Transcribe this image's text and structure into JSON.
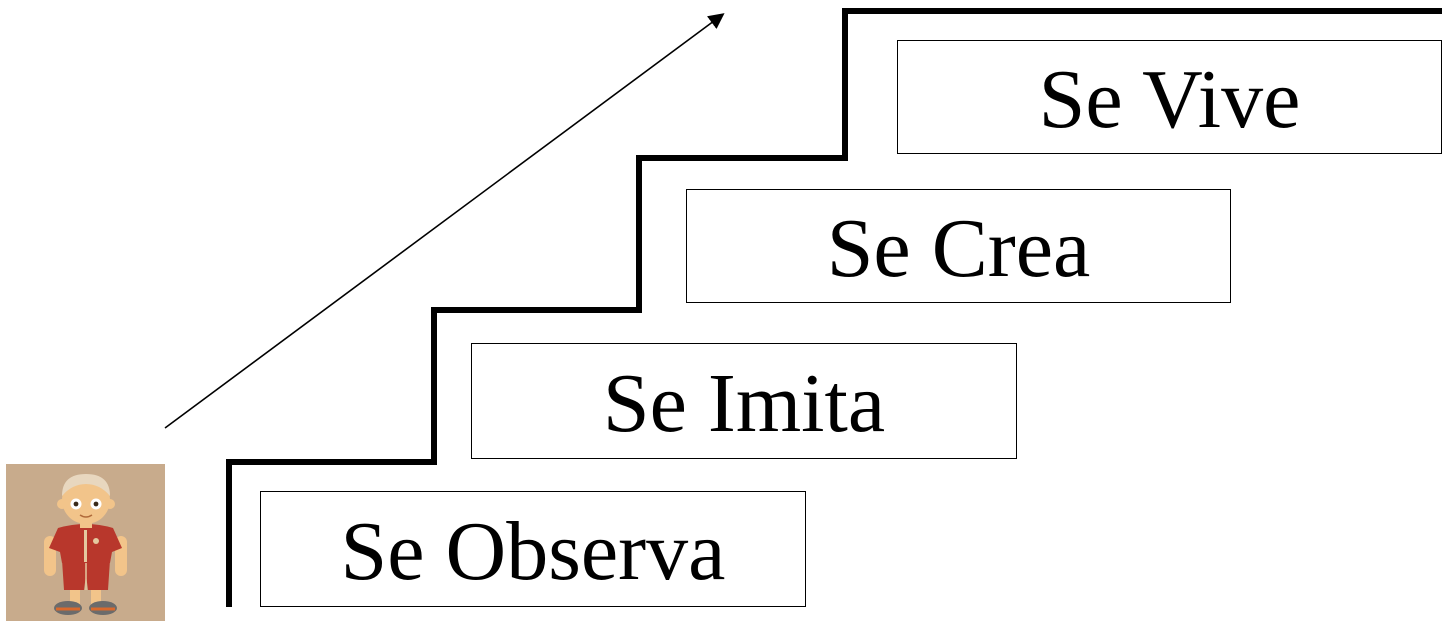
{
  "steps": [
    {
      "label": "Se Observa"
    },
    {
      "label": "Se Imita"
    },
    {
      "label": "Se Crea"
    },
    {
      "label": "Se Vive"
    }
  ],
  "icons": {
    "person": "child-figure-icon",
    "arrow": "arrow-up-right-icon"
  },
  "colors": {
    "line": "#000000",
    "icon_background": "#c8ab8c",
    "shirt": "#b8372c",
    "skin": "#f2c48a"
  }
}
